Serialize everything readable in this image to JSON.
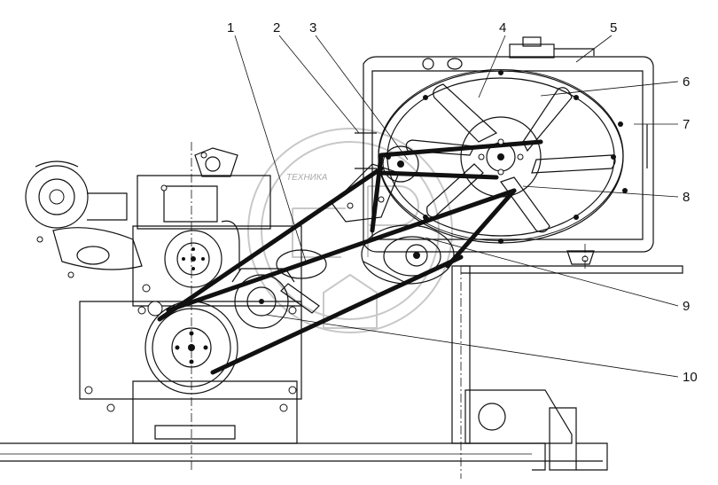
{
  "watermark": {
    "text": "ТЕХНИКА"
  },
  "callouts": [
    "1",
    "2",
    "3",
    "4",
    "5",
    "6",
    "7",
    "8",
    "9",
    "10"
  ],
  "colors": {
    "line": "#111111",
    "watermark": "#c8c8c8",
    "background": "#ffffff"
  }
}
